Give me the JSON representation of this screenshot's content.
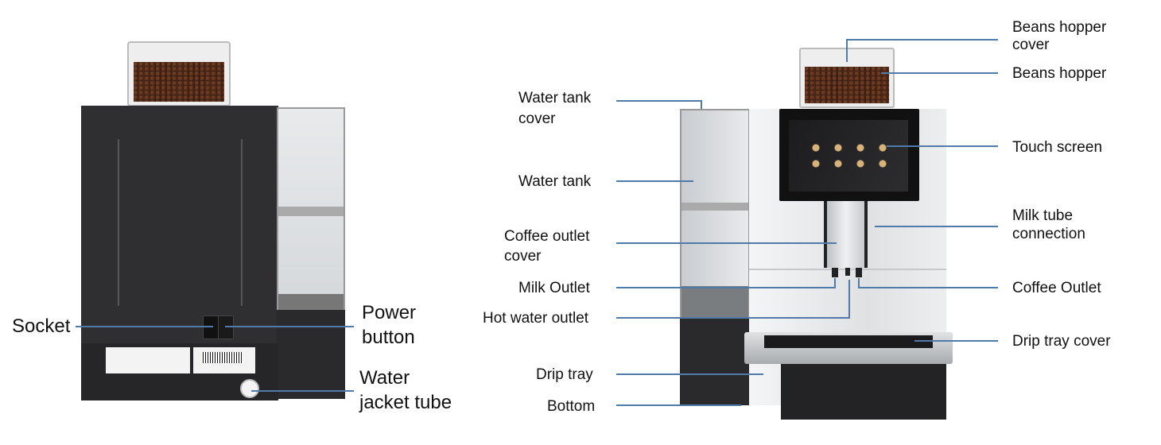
{
  "rear_view": {
    "labels": {
      "socket": "Socket",
      "power_button": [
        "Power",
        "button"
      ],
      "water_jacket_tube": [
        "Water",
        "jacket tube"
      ]
    }
  },
  "front_view": {
    "labels": {
      "water_tank_cover": [
        "Water tank",
        "cover"
      ],
      "water_tank": "Water tank",
      "coffee_outlet_cover": [
        "Coffee outlet",
        "cover"
      ],
      "milk_outlet": "Milk Outlet",
      "hot_water_outlet": "Hot water outlet",
      "drip_tray": "Drip tray",
      "bottom": "Bottom",
      "beans_hopper_cover": [
        "Beans hopper",
        "cover"
      ],
      "beans_hopper": "Beans hopper",
      "touch_screen": "Touch screen",
      "milk_tube_connection": [
        "Milk tube",
        "connection"
      ],
      "coffee_outlet": "Coffee Outlet",
      "drip_tray_cover": "Drip tray cover"
    }
  },
  "colors": {
    "leader_line": "#4f7aaa",
    "machine_dark": "#2b2b2d",
    "machine_silver": "#e6e8ea"
  }
}
